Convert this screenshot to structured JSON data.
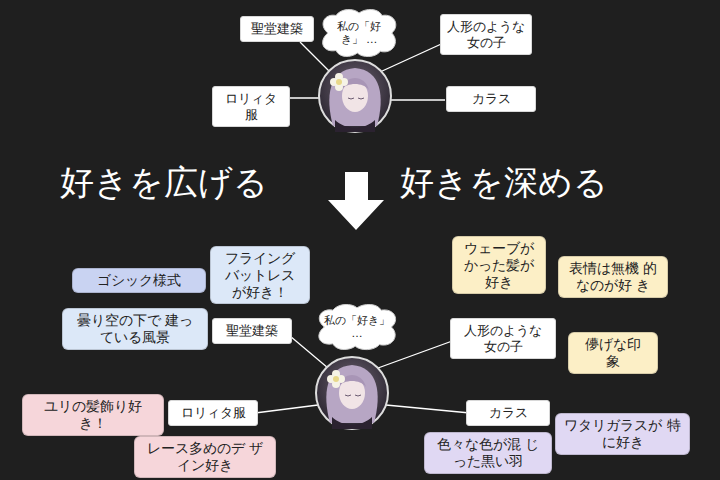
{
  "diagram": {
    "nodes": [
      {
        "text": [
          "聖堂建築"
        ]
      },
      {
        "text": [
          "私の「好き」 …"
        ]
      },
      {
        "text": [
          "人形のような 女の子"
        ]
      },
      {
        "text": [
          "ロリィタ服"
        ]
      },
      {
        "text": [
          "カラス"
        ]
      },
      {
        "text": [
          "フライング バットレス が好き！"
        ]
      },
      {
        "text": [
          "ウェーブが かった髪が 好き"
        ]
      },
      {
        "text": [
          "表情は無機 的なのが好 き"
        ]
      },
      {
        "text": [
          "ゴシック様式"
        ]
      },
      {
        "text": [
          "私の「好き」 …"
        ]
      },
      {
        "text": [
          "曇り空の下で 建っている風景"
        ]
      },
      {
        "text": [
          "聖堂建築"
        ]
      },
      {
        "text": [
          "人形のような 女の子"
        ]
      },
      {
        "text": [
          "儚げな印 象"
        ]
      },
      {
        "text": [
          "ユリの髪飾り好 き！"
        ]
      },
      {
        "text": [
          "ロリィタ服"
        ]
      },
      {
        "text": [
          "カラス"
        ]
      },
      {
        "text": [
          "ワタリガラスが 特に好き"
        ]
      },
      {
        "text": [
          "レース多めのデ ザイン好き"
        ]
      },
      {
        "text": [
          "色々な色が混 じった黒い羽"
        ]
      }
    ],
    "labels": [
      "好きを広げる",
      "好きを深める"
    ]
  }
}
